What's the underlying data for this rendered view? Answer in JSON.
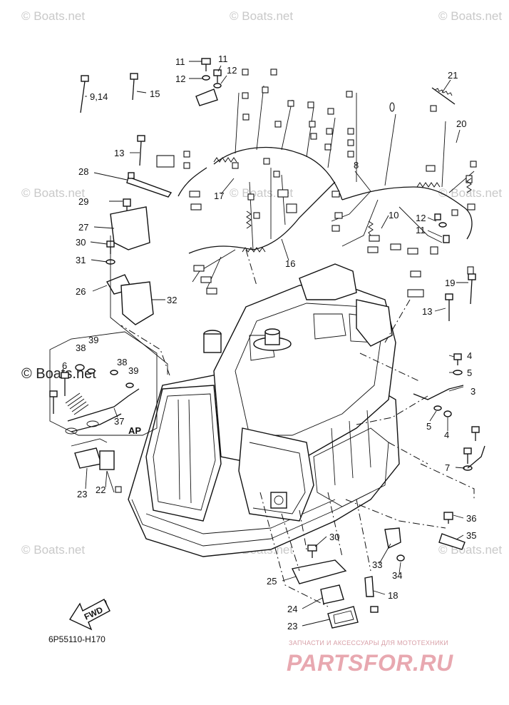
{
  "watermarks": [
    "© Boats.net",
    "© Boats.net",
    "© Boats.net",
    "© Boats.net",
    "© Boats.net",
    "© Boats.net",
    "© Boats.net",
    "© Boats.net",
    "© Boats.net"
  ],
  "big_watermark": "© Boats.net",
  "callouts": [
    "11",
    "11",
    "12",
    "12",
    "9,14",
    "15",
    "21",
    "20",
    "13",
    "28",
    "8",
    "29",
    "27",
    "30",
    "31",
    "26",
    "32",
    "17",
    "16",
    "10",
    "12",
    "11",
    "19",
    "13",
    "39",
    "38",
    "6",
    "38",
    "39",
    "37",
    "4",
    "5",
    "3",
    "5",
    "4",
    "7",
    "23",
    "22",
    "36",
    "35",
    "30",
    "33",
    "34",
    "25",
    "18",
    "24",
    "23"
  ],
  "labels": {
    "ap": "AP",
    "fwd": "FWD",
    "diagram_code": "6P55110-H170"
  },
  "brand": {
    "tagline": "ЗАПЧАСТИ И АКСЕССУАРЫ ДЛЯ МОТОТЕХНИКИ",
    "logo": "PARTSFOR.RU",
    "logo_color": "#e8a8b0"
  }
}
